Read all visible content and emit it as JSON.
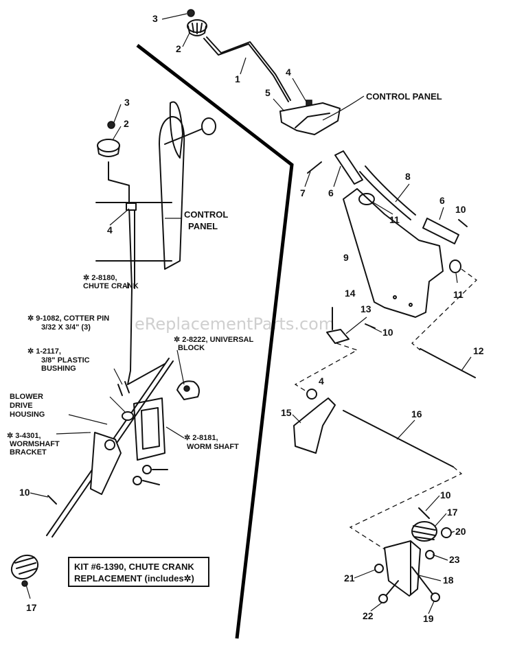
{
  "watermark": "eReplacementParts.com",
  "labels": {
    "control_panel_right": "CONTROL PANEL",
    "control_panel_left_1": "CONTROL",
    "control_panel_left_2": "PANEL",
    "chute_crank_1": "✲ 2-8180,",
    "chute_crank_2": "CHUTE CRANK",
    "cotter_pin_1": "✲ 9-1082, COTTER PIN",
    "cotter_pin_2": "3/32 X 3/4\" (3)",
    "bushing_1": "✲ 1-2117,",
    "bushing_2": "3/8\" PLASTIC",
    "bushing_3": "BUSHING",
    "universal_block_1": "✲ 2-8222, UNIVERSAL",
    "universal_block_2": "BLOCK",
    "blower_1": "BLOWER",
    "blower_2": "DRIVE",
    "blower_3": "HOUSING",
    "wormshaft_1": "✲ 3-4301,",
    "wormshaft_2": "WORMSHAFT",
    "wormshaft_3": "BRACKET",
    "worm_shaft_1": "✲ 2-8181,",
    "worm_shaft_2": "WORM SHAFT"
  },
  "kit_box": {
    "line1": "KIT #6-1390, CHUTE CRANK",
    "line2": "REPLACEMENT (includes✲)"
  },
  "callouts": {
    "right": [
      "3",
      "2",
      "1",
      "4",
      "5",
      "7",
      "6",
      "8",
      "11",
      "6",
      "10",
      "9",
      "11",
      "14",
      "13",
      "10",
      "12",
      "4",
      "15",
      "16",
      "10",
      "17",
      "20",
      "23",
      "18",
      "21",
      "22",
      "19"
    ],
    "left": [
      "3",
      "2",
      "4",
      "10",
      "17"
    ]
  }
}
